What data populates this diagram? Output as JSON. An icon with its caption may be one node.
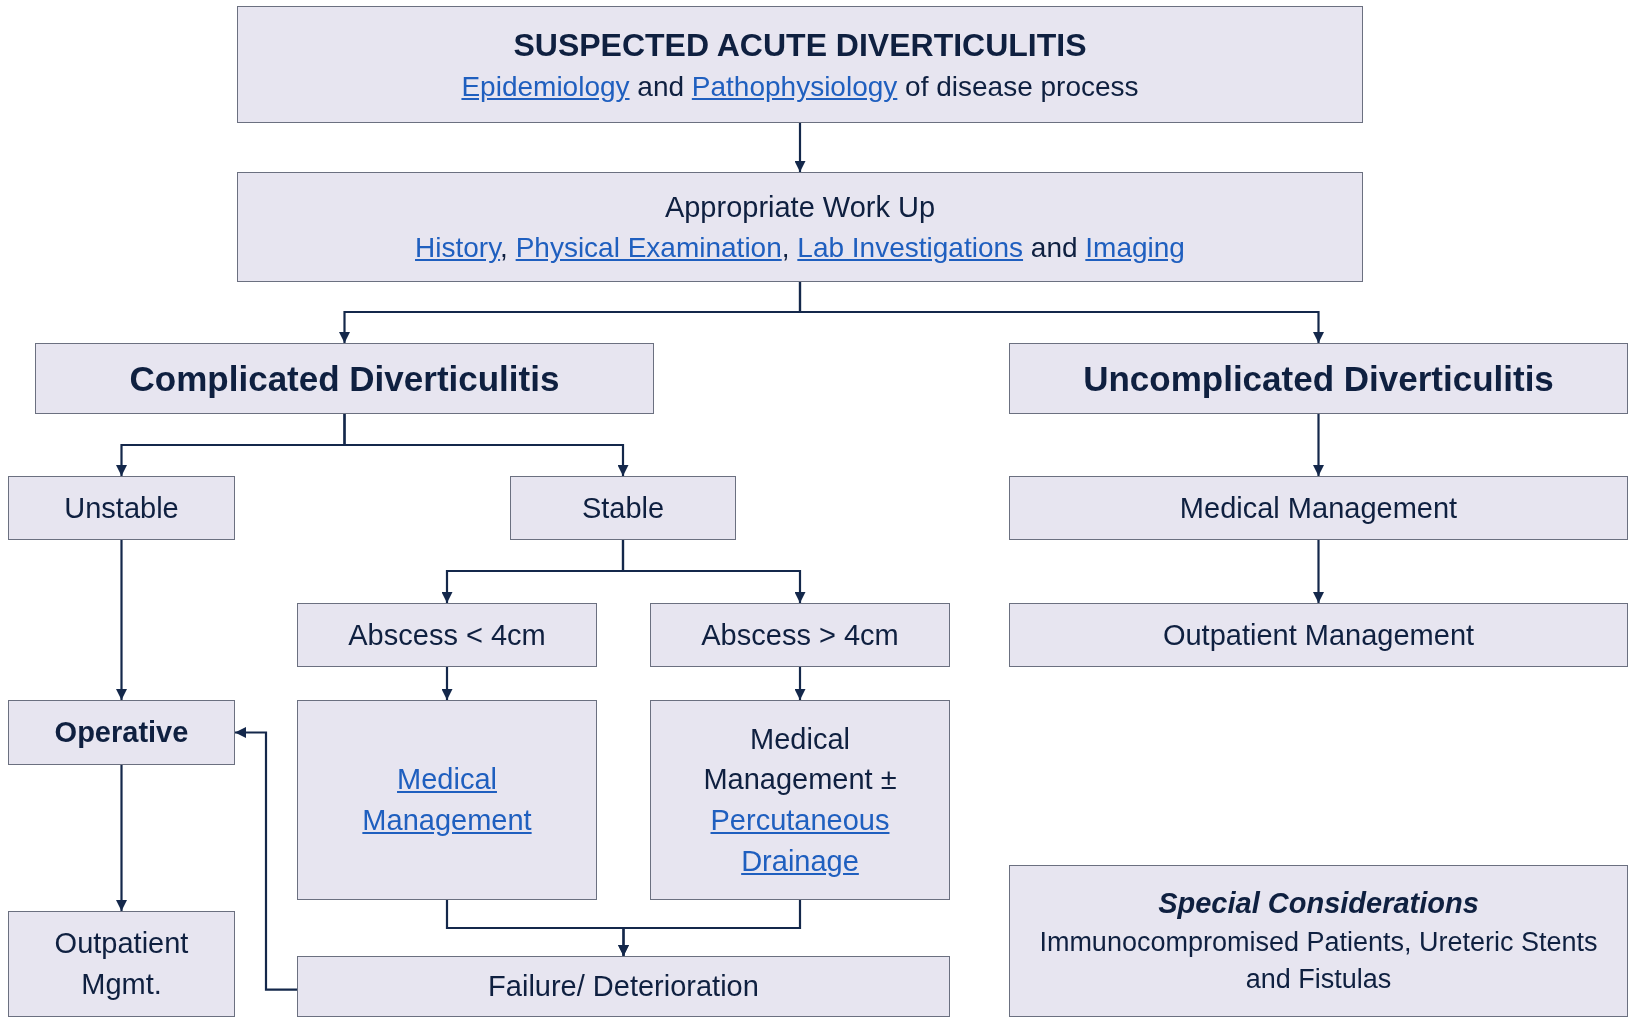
{
  "diagram": {
    "nodes": [
      {
        "text": [
          "SUSPECTED ACUTE DIVERTICULITIS",
          "Epidemiology and Pathophysiology of disease process"
        ]
      },
      {
        "text": [
          "Appropriate Work Up",
          "History, Physical Examination, Lab Investigations and Imaging"
        ]
      },
      {
        "text": [
          "Complicated Diverticulitis"
        ]
      },
      {
        "text": [
          "Uncomplicated Diverticulitis"
        ]
      },
      {
        "text": [
          "Unstable"
        ]
      },
      {
        "text": [
          "Stable"
        ]
      },
      {
        "text": [
          "Medical Management"
        ]
      },
      {
        "text": [
          "Abscess < 4cm"
        ]
      },
      {
        "text": [
          "Abscess > 4cm"
        ]
      },
      {
        "text": [
          "Outpatient Management"
        ]
      },
      {
        "text": [
          "Operative"
        ]
      },
      {
        "text": [
          "Medical Management"
        ]
      },
      {
        "text": [
          "Medical Management ± Percutaneous Drainage"
        ]
      },
      {
        "text": [
          "Outpatient Mgmt."
        ]
      },
      {
        "text": [
          "Failure/ Deterioration"
        ]
      },
      {
        "text": [
          "Special Considerations",
          "Immunocompromised Patients, Ureteric Stents and Fistulas"
        ]
      }
    ],
    "edges": [
      {
        "from": 0,
        "to": 1,
        "arrow": "to"
      },
      {
        "from": 1,
        "to": 2,
        "arrow": "to"
      },
      {
        "from": 1,
        "to": 3,
        "arrow": "to"
      },
      {
        "from": 2,
        "to": 4,
        "arrow": "to"
      },
      {
        "from": 2,
        "to": 5,
        "arrow": "to"
      },
      {
        "from": 3,
        "to": 6,
        "arrow": "to"
      },
      {
        "from": 4,
        "to": 10,
        "arrow": "to"
      },
      {
        "from": 5,
        "to": 7,
        "arrow": "to"
      },
      {
        "from": 5,
        "to": 8,
        "arrow": "to"
      },
      {
        "from": 6,
        "to": 9,
        "arrow": "to"
      },
      {
        "from": 7,
        "to": 11,
        "arrow": "to"
      },
      {
        "from": 8,
        "to": 12,
        "arrow": "to"
      },
      {
        "from": 10,
        "to": 13,
        "arrow": "to"
      },
      {
        "from": 11,
        "to": 14,
        "arrow": "to"
      },
      {
        "from": 12,
        "to": 14,
        "arrow": "to"
      },
      {
        "from": 14,
        "to": 10,
        "arrow": "to"
      }
    ]
  }
}
